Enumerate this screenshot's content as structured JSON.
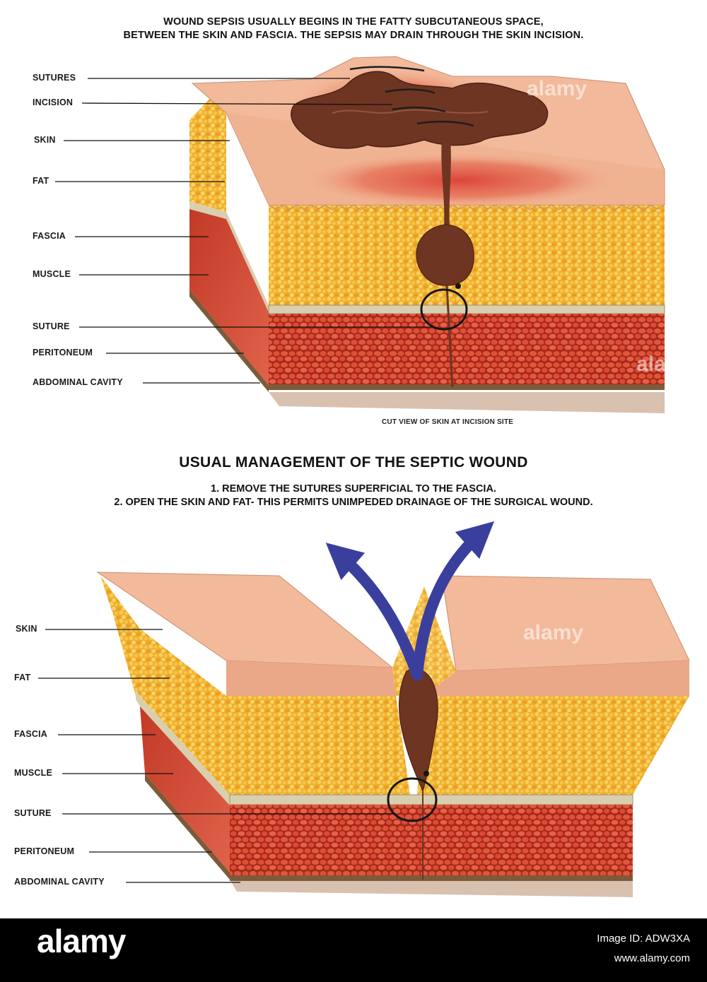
{
  "top_caption": {
    "line1": "WOUND SEPSIS USUALLY BEGINS IN THE FATTY SUBCUTANEOUS SPACE,",
    "line2": "BETWEEN THE SKIN AND FASCIA. THE SEPSIS MAY DRAIN THROUGH THE SKIN INCISION."
  },
  "top_diagram": {
    "labels": [
      "SUTURES",
      "INCISION",
      "SKIN",
      "FAT",
      "FASCIA",
      "MUSCLE",
      "SUTURE",
      "PERITONEUM",
      "ABDOMINAL CAVITY"
    ],
    "subtitle": "CUT VIEW OF SKIN AT INCISION SITE"
  },
  "management": {
    "title": "USUAL MANAGEMENT OF THE SEPTIC WOUND",
    "step1": "1. REMOVE THE SUTURES SUPERFICIAL TO THE FASCIA.",
    "step2": "2. OPEN THE SKIN AND FAT- THIS PERMITS UNIMPEDED DRAINAGE OF THE SURGICAL WOUND."
  },
  "bottom_diagram": {
    "labels": [
      "SKIN",
      "FAT",
      "FASCIA",
      "MUSCLE",
      "SUTURE",
      "PERITONEUM",
      "ABDOMINAL CAVITY"
    ]
  },
  "watermark": {
    "brand": "alamy",
    "image_id": "Image ID: ADW3XA",
    "site": "www.alamy.com"
  },
  "colors": {
    "skin": "#f2b99a",
    "fat": "#f2b233",
    "fascia": "#d9cfae",
    "muscle": "#d2452c",
    "pus": "#6e3522",
    "inflammation": "#e05a4a",
    "arrow": "#3a3f9e"
  }
}
